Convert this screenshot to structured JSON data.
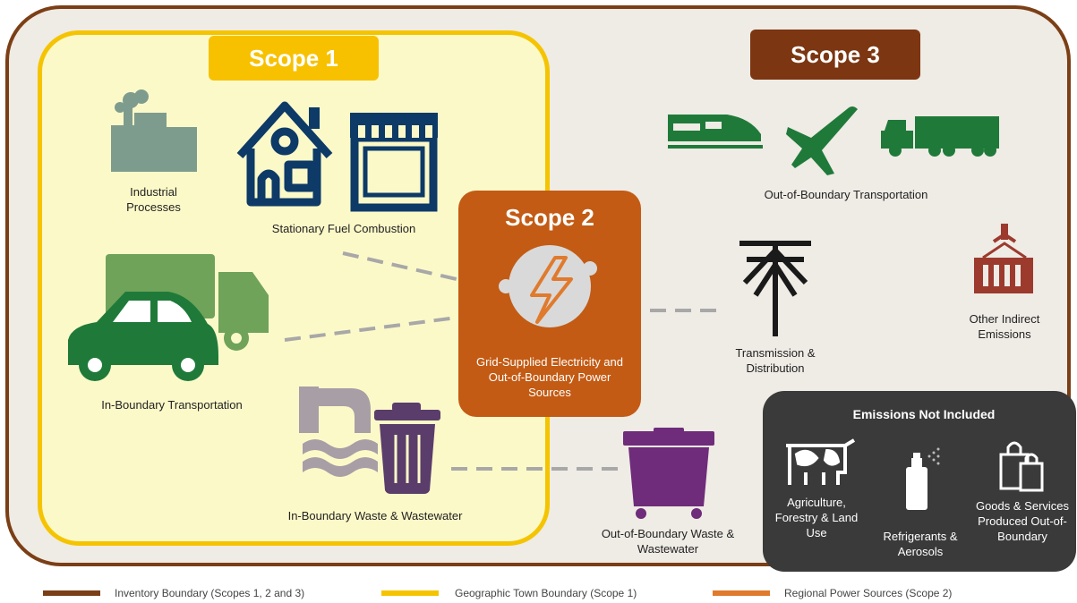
{
  "diagram": {
    "scope1": {
      "label": "Scope 1"
    },
    "scope2": {
      "label": "Scope 2",
      "caption": "Grid-Supplied Electricity and Out-of-Boundary Power Sources"
    },
    "scope3": {
      "label": "Scope 3"
    },
    "labels": {
      "industrial": "Industrial Processes",
      "stationary": "Stationary Fuel Combustion",
      "in_transport": "In-Boundary Transportation",
      "in_waste": "In-Boundary Waste & Wastewater",
      "out_transport": "Out-of-Boundary Transportation",
      "transmission": "Transmission & Distribution",
      "other_indirect": "Other Indirect Emissions",
      "out_waste": "Out-of-Boundary Waste & Wastewater"
    },
    "not_included": {
      "title": "Emissions Not Included",
      "agriculture": "Agriculture, Forestry & Land Use",
      "refrigerants": "Refrigerants & Aerosols",
      "goods": "Goods & Services Produced Out-of-Boundary"
    },
    "legend": [
      {
        "label": "Inventory Boundary (Scopes 1, 2 and 3)",
        "color": "#7b3f16"
      },
      {
        "label": "Geographic Town Boundary (Scope 1)",
        "color": "#f5c400"
      },
      {
        "label": "Regional Power Sources (Scope 2)",
        "color": "#e07a2c"
      }
    ],
    "colors": {
      "inventory": "#7b3f16",
      "scope1": "#f5c400",
      "scope2": "#c35b14",
      "scope3": "#7c3611",
      "transport_green": "#1f7a3a",
      "house_navy": "#0d3a66",
      "not_included_bg": "#3a3a3a"
    }
  }
}
